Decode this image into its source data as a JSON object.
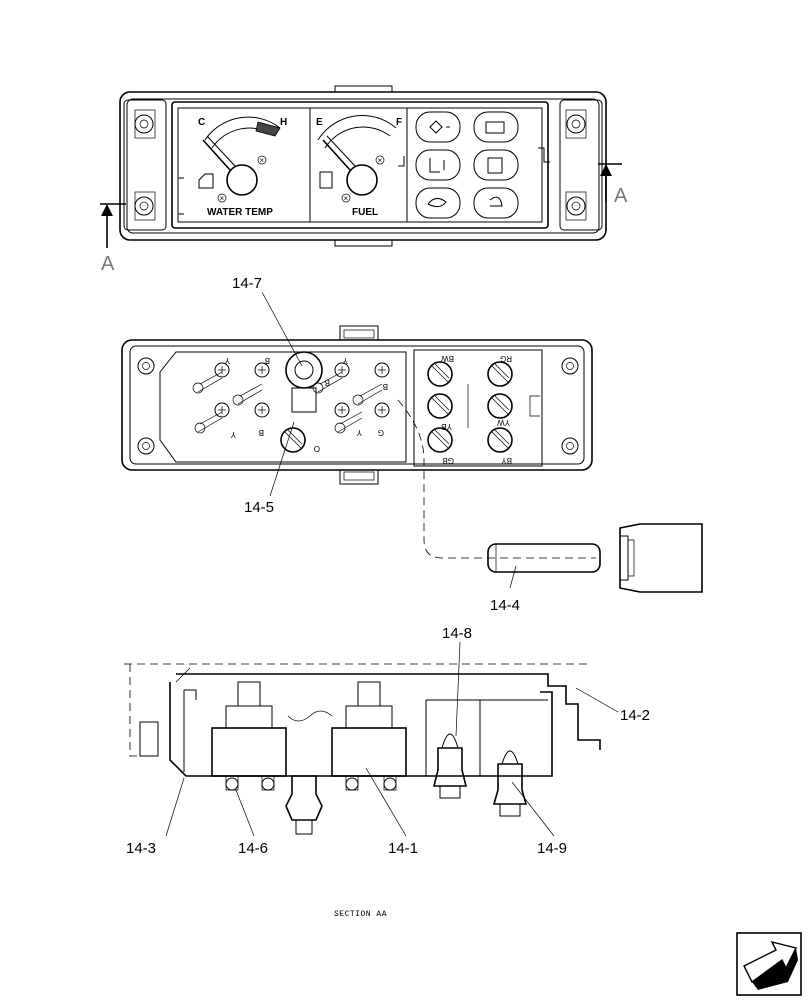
{
  "figure": {
    "section_arrow_left": "A",
    "section_arrow_right": "A",
    "gauges": {
      "water_temp": {
        "label": "WATER TEMP",
        "low": "C",
        "high": "H"
      },
      "fuel": {
        "label": "FUEL",
        "low": "E",
        "high": "F"
      }
    },
    "wire_codes": [
      "Y",
      "B",
      "Y",
      "B",
      "Y",
      "B",
      "G",
      "Y",
      "B",
      "O",
      "BW",
      "RG",
      "YB",
      "YW",
      "GB",
      "BY"
    ],
    "callouts": {
      "c14_7": "14-7",
      "c14_5": "14-5",
      "c14_4": "14-4",
      "c14_8": "14-8",
      "c14_2": "14-2",
      "c14_3": "14-3",
      "c14_6": "14-6",
      "c14_1": "14-1",
      "c14_9": "14-9"
    },
    "section_caption": "SECTION AA"
  }
}
